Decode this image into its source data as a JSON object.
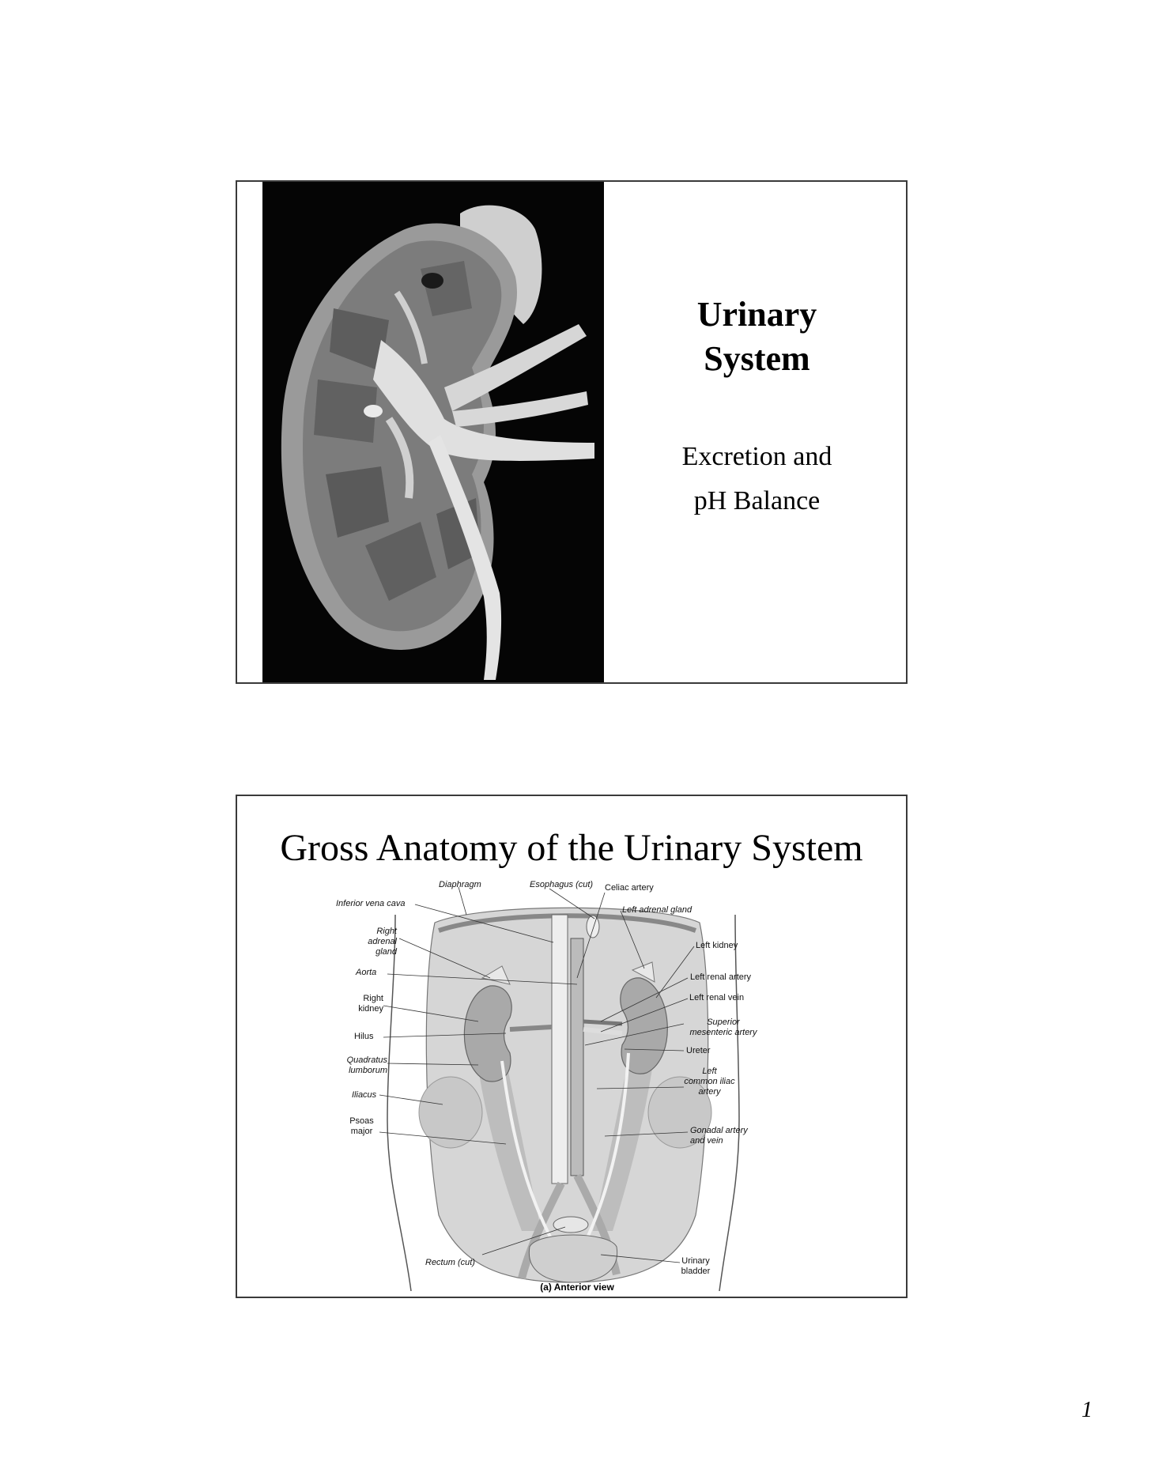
{
  "slide1": {
    "title_line1": "Urinary",
    "title_line2": "System",
    "subtitle_line1": "Excretion and",
    "subtitle_line2": "pH Balance"
  },
  "slide2": {
    "title": "Gross Anatomy of the Urinary System",
    "labels": {
      "diaphragm": "Diaphragm",
      "esophagus": "Esophagus (cut)",
      "celiac_artery": "Celiac artery",
      "inferior_vena_cava": "Inferior vena cava",
      "left_adrenal_gland": "Left adrenal gland",
      "right_adrenal_1": "Right",
      "right_adrenal_2": "adrenal",
      "right_adrenal_3": "gland",
      "left_kidney": "Left kidney",
      "aorta": "Aorta",
      "left_renal_artery": "Left renal artery",
      "right_kidney_1": "Right",
      "right_kidney_2": "kidney",
      "left_renal_vein": "Left renal vein",
      "sup_mes_1": "Superior",
      "sup_mes_2": "mesenteric artery",
      "hilus": "Hilus",
      "quadratus_1": "Quadratus",
      "quadratus_2": "lumborum",
      "ureter": "Ureter",
      "left_common_1": "Left",
      "left_common_2": "common iliac",
      "left_common_3": "artery",
      "iliacus": "Iliacus",
      "psoas_1": "Psoas",
      "psoas_2": "major",
      "gonadal_1": "Gonadal artery",
      "gonadal_2": "and vein",
      "rectum": "Rectum (cut)",
      "bladder_1": "Urinary",
      "bladder_2": "bladder"
    },
    "caption": "(a) Anterior view"
  },
  "page_number": "1"
}
